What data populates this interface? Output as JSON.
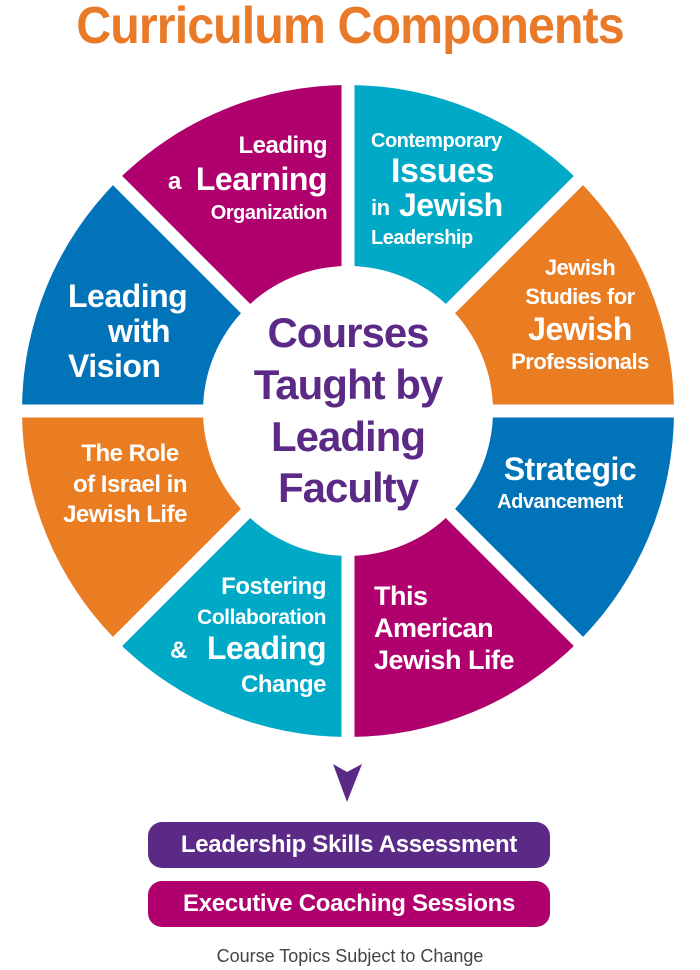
{
  "title": "Curriculum Components",
  "center": {
    "lines": [
      "Courses",
      "Taught by",
      "Leading",
      "Faculty"
    ]
  },
  "segments": [
    {
      "name": "contemporary-issues",
      "color": "#00a9c6",
      "lines": [
        "Contemporary",
        "Issues",
        "in",
        "Jewish",
        "Leadership"
      ]
    },
    {
      "name": "jewish-studies",
      "color": "#ea7c22",
      "lines": [
        "Jewish",
        "Studies for",
        "Jewish",
        "Professionals"
      ]
    },
    {
      "name": "strategic-advancement",
      "color": "#0073b9",
      "lines": [
        "Strategic",
        "Advancement"
      ]
    },
    {
      "name": "this-american-jewish-life",
      "color": "#b0006e",
      "lines": [
        "This",
        "American",
        "Jewish Life"
      ]
    },
    {
      "name": "fostering-collaboration",
      "color": "#00a9c6",
      "lines": [
        "Fostering",
        "Collaboration",
        "&",
        "Leading",
        "Change"
      ]
    },
    {
      "name": "role-of-israel",
      "color": "#ea7c22",
      "lines": [
        "The Role",
        "of Israel in",
        "Jewish Life"
      ]
    },
    {
      "name": "leading-with-vision",
      "color": "#0073b9",
      "lines": [
        "Leading",
        "with",
        "Vision"
      ]
    },
    {
      "name": "leading-learning-organization",
      "color": "#b0006e",
      "lines": [
        "Leading",
        "a",
        "Learning",
        "Organization"
      ]
    }
  ],
  "pills": [
    {
      "label": "Leadership Skills Assessment",
      "color": "#5b2a86"
    },
    {
      "label": "Executive Coaching Sessions",
      "color": "#b0006e"
    }
  ],
  "arrow_color": "#5b2a86",
  "footer": "Course Topics Subject to Change"
}
